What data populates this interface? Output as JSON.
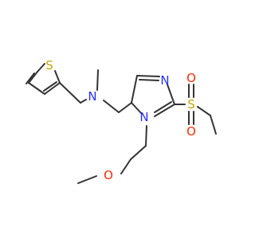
{
  "molecule": {
    "atoms": {
      "sulfur_thiophene": "S",
      "nitrogen_amine": "N",
      "nitrogen_ring_1": "N",
      "nitrogen_ring_3": "N",
      "sulfur_sulfonyl": "S",
      "oxygen_sulfonyl_top": "O",
      "oxygen_sulfonyl_bottom": "O",
      "oxygen_ether": "O"
    }
  },
  "colors": {
    "bond": "#333333",
    "sulfur": "#c8a400",
    "nitrogen": "#2431ff",
    "oxygen": "#ff2a00"
  }
}
